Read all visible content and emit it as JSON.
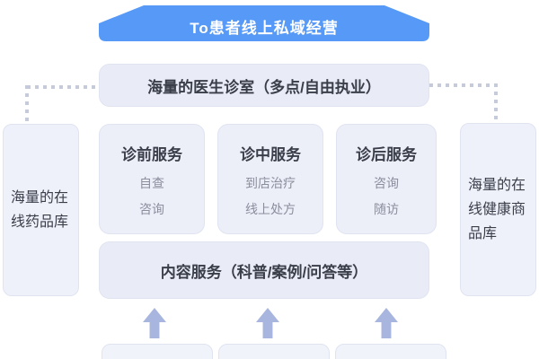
{
  "banner": {
    "label": "To患者线上私域经营",
    "bg_color": "#5699F7",
    "text_color": "#FFFFFF"
  },
  "doctor_room": {
    "label": "海量的医生诊室（多点/自由执业）"
  },
  "services": [
    {
      "title": "诊前服务",
      "items": [
        "自查",
        "咨询"
      ]
    },
    {
      "title": "诊中服务",
      "items": [
        "到店治疗",
        "线上处方"
      ]
    },
    {
      "title": "诊后服务",
      "items": [
        "咨询",
        "随访"
      ]
    }
  ],
  "left_panel": {
    "label": "海量的在线药品库"
  },
  "right_panel": {
    "label": "海量的在线健康商品库"
  },
  "content_service": {
    "label": "内容服务（科普/案例/问答等）"
  },
  "arrows": {
    "count": 3,
    "direction": "up",
    "color": "#A8B6DF"
  },
  "bottom_boxes": {
    "count": 3
  },
  "colors": {
    "background": "#FFFFFF",
    "box_fill": "#ECEFF9",
    "box_border": "#E0E4F1",
    "title_text": "#3A3E49",
    "sub_text": "#8B8E9D",
    "dotted_line": "#C6CBDC"
  }
}
